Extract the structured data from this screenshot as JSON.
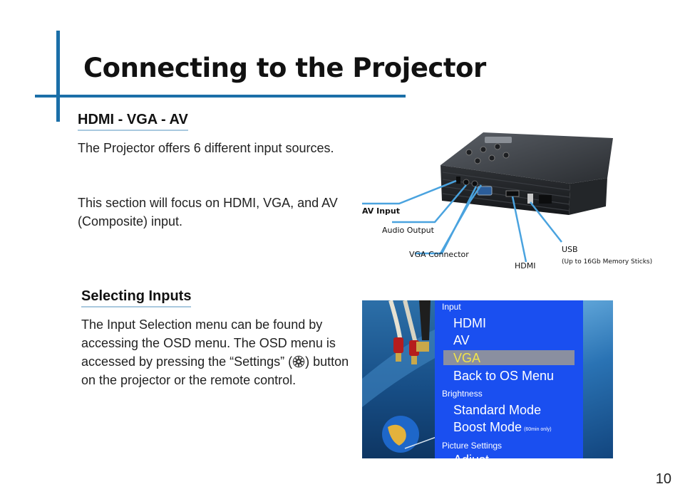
{
  "page": {
    "title": "Connecting to the Projector",
    "page_number": "10",
    "accent_color": "#1b6fa8"
  },
  "section1": {
    "heading": "HDMI - VGA - AV",
    "para1": "The Projector offers 6 different input sources.",
    "para2": "This section will focus on HDMI, VGA, and AV (Composite) input."
  },
  "projector_image": {
    "labels": {
      "av_input": "AV Input",
      "audio_output": "Audio Output",
      "vga_connector": "VGA Connector",
      "hdmi": "HDMI",
      "usb": "USB",
      "usb_note": "(Up to 16Gb Memory Sticks)"
    }
  },
  "section2": {
    "heading": "Selecting Inputs",
    "para_before_icon": "The Input Selection menu can be found by accessing the OSD menu.  The OSD menu is accessed by pressing the “Settings” (",
    "settings_icon": "gear-icon",
    "para_after_icon": ") button on the projector or the remote control."
  },
  "osd_menu": {
    "category_input": "Input",
    "items_input": [
      "HDMI",
      "AV",
      "VGA",
      "Back to OS Menu"
    ],
    "selected_item": "VGA",
    "category_brightness": "Brightness",
    "items_brightness": [
      "Standard Mode",
      "Boost Mode"
    ],
    "boost_note": "(60min only)",
    "category_picture": "Picture Settings",
    "partial_item": "Adjust",
    "menu_color": "#1a4ff0",
    "highlight_color": "#8a8fa0",
    "selected_text_color": "#f2e44a"
  }
}
